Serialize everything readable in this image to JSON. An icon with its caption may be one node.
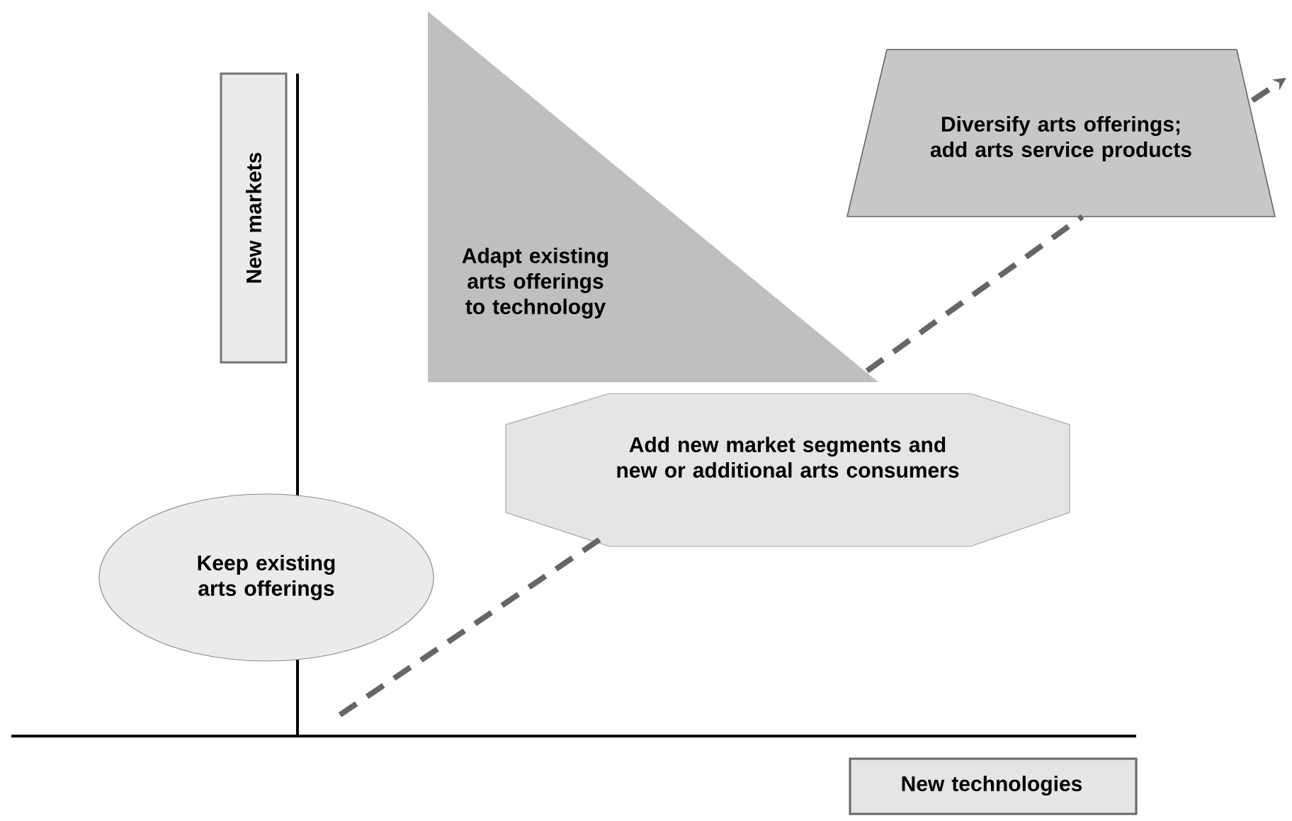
{
  "diagram": {
    "nodes": [
      {
        "text": [
          "New markets"
        ]
      },
      {
        "text": [
          "Adapt existing arts offerings to technology"
        ]
      },
      {
        "text": [
          "Diversify arts offerings; add arts service products"
        ]
      },
      {
        "text": [
          "Add new market segments and new or additional arts consumers"
        ]
      },
      {
        "text": [
          "Keep existing arts offerings"
        ]
      },
      {
        "text": [
          "New technologies"
        ]
      }
    ],
    "edges": [
      {
        "from": null,
        "to": 3,
        "arrow": "none",
        "style": "dashed"
      },
      {
        "from": 1,
        "to": 2,
        "arrow": "none",
        "style": "dashed"
      },
      {
        "from": 2,
        "to": null,
        "arrow": "to",
        "style": "dashed"
      }
    ]
  }
}
